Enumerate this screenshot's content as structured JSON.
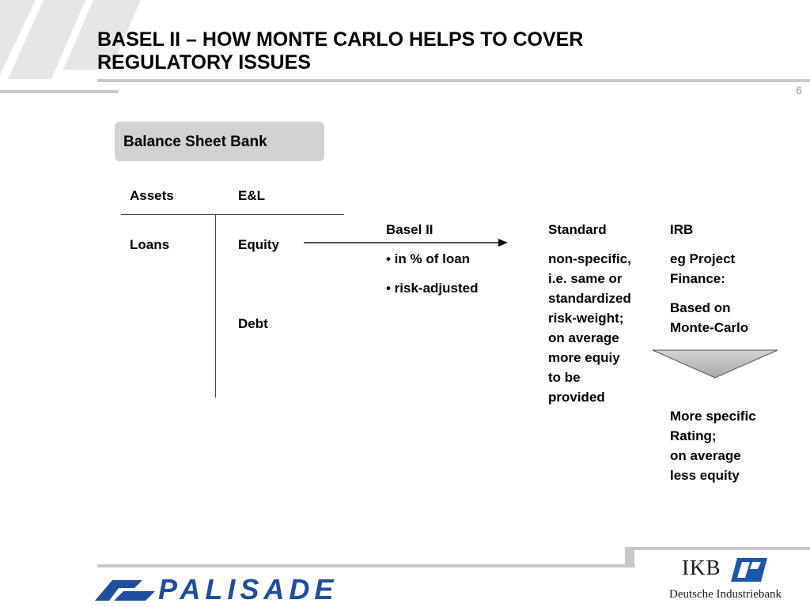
{
  "slide": {
    "title_line1": "BASEL II – HOW MONTE CARLO HELPS TO COVER",
    "title_line2": "REGULATORY ISSUES",
    "page_number": "6"
  },
  "balance_sheet": {
    "box_label": "Balance Sheet Bank",
    "col_assets": "Assets",
    "col_el": "E&L",
    "assets_item": "Loans",
    "el_item1": "Equity",
    "el_item2": "Debt"
  },
  "basel": {
    "heading": "Basel II",
    "bullet1": "• in % of loan",
    "bullet2": "• risk-adjusted"
  },
  "standard": {
    "heading": "Standard",
    "lines": [
      "non-specific,",
      "i.e. same or",
      "standardized",
      "risk-weight;",
      "on average",
      "more equiy",
      "to be",
      "provided"
    ]
  },
  "irb": {
    "heading": "IRB",
    "eg_line1": "eg Project",
    "eg_line2": "Finance:",
    "based_line1": "Based on",
    "based_line2": "Monte-Carlo",
    "result_lines": [
      "More specific",
      "Rating;",
      "on average",
      "less equity"
    ]
  },
  "footer": {
    "left_logo": "PALISADE",
    "right_logo": "IKB",
    "right_logo_sub": "Deutsche Industriebank"
  },
  "colors": {
    "accent_gray": "#c8c8c8",
    "box_gray": "#d2d2d2",
    "palisade_blue": "#1f4e9c",
    "ikb_blue": "#1a57a8"
  }
}
